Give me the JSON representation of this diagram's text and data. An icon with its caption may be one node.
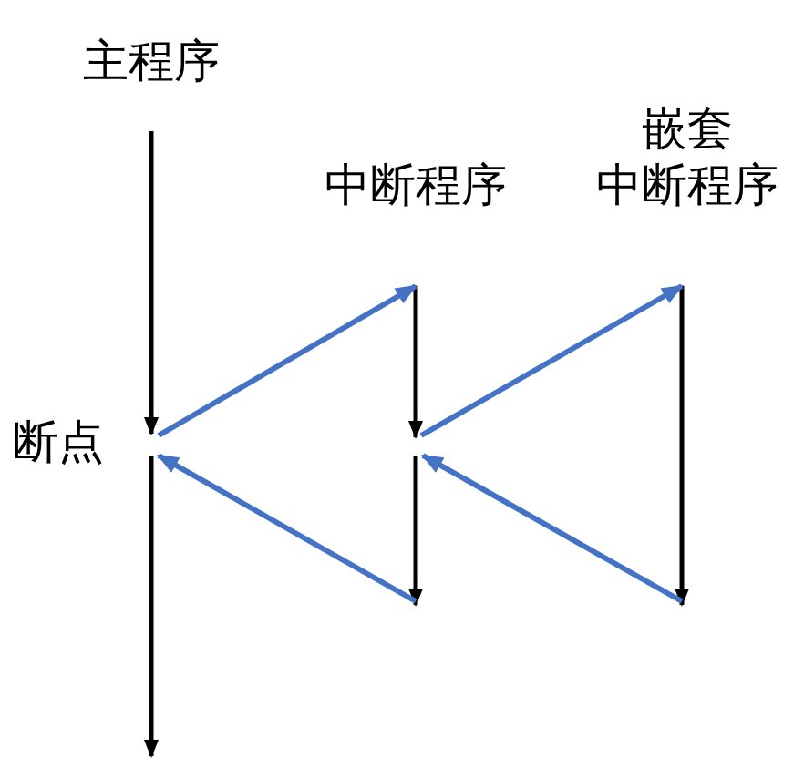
{
  "diagram": {
    "labels": [
      "主程序",
      "中断程序",
      "嵌套中断程序",
      "断点"
    ]
  }
}
